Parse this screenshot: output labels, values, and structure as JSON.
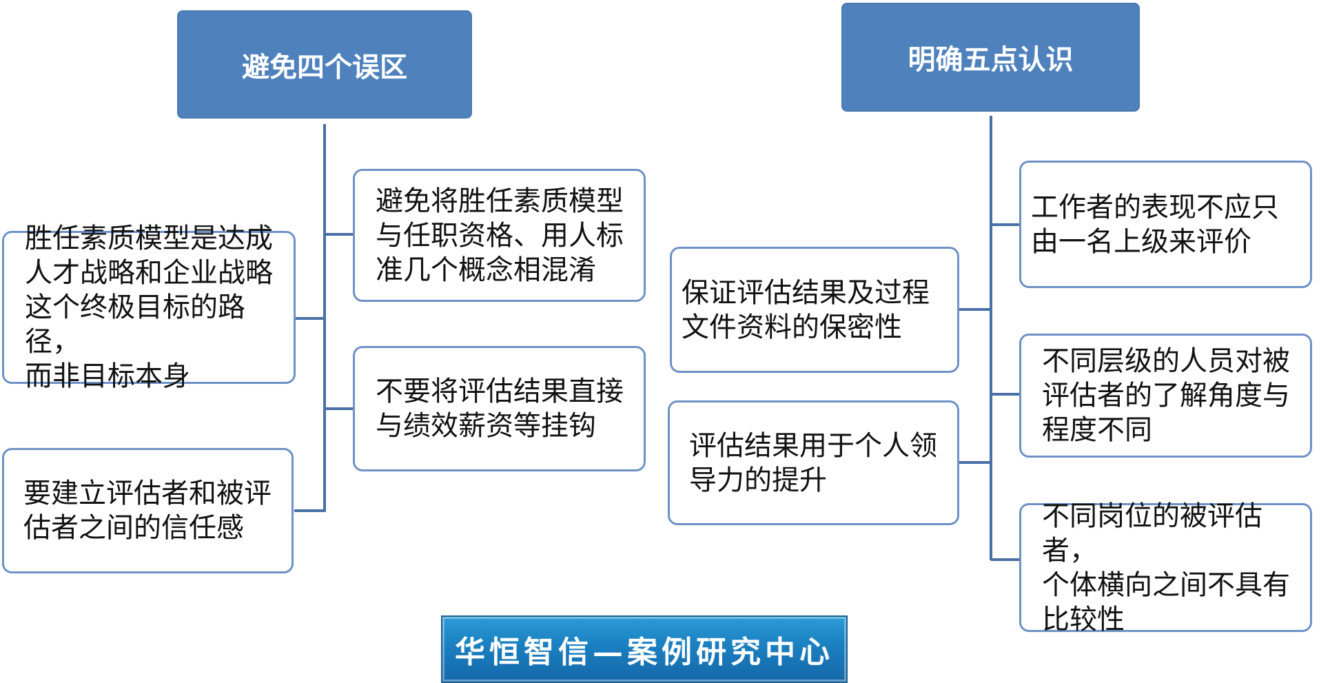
{
  "left": {
    "header": "避免四个误区",
    "nodes": [
      "胜任素质模型是达成\n人才战略和企业战略\n这个终极目标的路径，\n而非目标本身",
      "避免将胜任素质模型\n与任职资格、用人标\n准几个概念相混淆",
      "不要将评估结果直接\n与绩效薪资等挂钩",
      "要建立评估者和被评\n估者之间的信任感"
    ]
  },
  "right": {
    "header": "明确五点认识",
    "nodes": [
      "工作者的表现不应只\n由一名上级来评价",
      "保证评估结果及过程\n文件资料的保密性",
      "不同层级的人员对被\n评估者的了解角度与\n程度不同",
      "评估结果用于个人领\n导力的提升",
      "不同岗位的被评估者，\n个体横向之间不具有\n比较性"
    ]
  },
  "banner": "华恒智信—案例研究中心",
  "colors": {
    "header_fill": "#4f81bd",
    "node_border": "#6d91c6",
    "connector": "#4a6fa5",
    "banner_fill": "#1a7fc0"
  }
}
